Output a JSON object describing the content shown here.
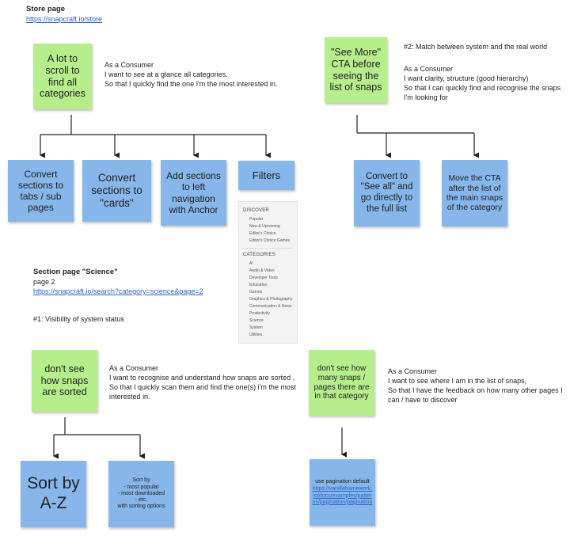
{
  "store": {
    "title": "Store page",
    "url": "https://snapcraft.io/store",
    "problem1": "A lot to scroll to find all categories",
    "story1": "As a Consumer\nI want to see at a glance all categories,\nSo that I quickly find the one I'm the most interested in.",
    "solutions1": [
      "Convert sections to tabs / sub pages",
      "Convert sections to \"cards\"",
      "Add sections to left navigation with Anchor",
      "Filters"
    ],
    "heuristic2": "#2: Match between system and the real world",
    "problem2": "\"See More\" CTA before seeing the list of snaps",
    "story2": "As a Consumer\nI want clarity, structure (good hierarchy)\nSo that I can quickly find and recognise the snaps I'm looking for",
    "solutions2": [
      "Convert to \"See all\" and go directly to the full list",
      "Move the CTA after the list of the main snaps of the category"
    ]
  },
  "sidebar": {
    "discover_title": "DISCOVER",
    "discover_items": [
      "Popular",
      "New & Upcoming",
      "Editor's Choice",
      "Editor's Choice Games"
    ],
    "categories_title": "CATEGORIES",
    "category_items": [
      "AI",
      "Audio & Video",
      "Developer Tools",
      "Education",
      "Games",
      "Graphics & Photography",
      "Communication & News",
      "Productivity",
      "Science",
      "System",
      "Utilities"
    ]
  },
  "section": {
    "title": "Section page \"Science\"",
    "page": "page 2",
    "url": "https://snapcraft.io/search?category=science&page=2",
    "heuristic1": "#1: Visibility of system status",
    "problem3": "don't see how snaps are sorted",
    "story3": "As a Consumer\nI want to recognise and understand how snaps are sorted ,\nSo that I quickly scan them and find the one(s) i'm the most interested in.",
    "solution3a": "Sort by A-Z",
    "solution3b": "Sort by\n- most popular\n- most downloaded\n- etc.\nwith sorting options",
    "problem4": "don't see how many snaps / pages there are in that category",
    "story4": "As a Consumer\nI want to see where I am in the list of snaps,\nSo that I have the feedback on how many other pages I can / have to discover",
    "solution4_label": "use pagination default",
    "solution4_link": "https://vanillaframework.io/docs/examples/patterns/pagination/pagination"
  }
}
